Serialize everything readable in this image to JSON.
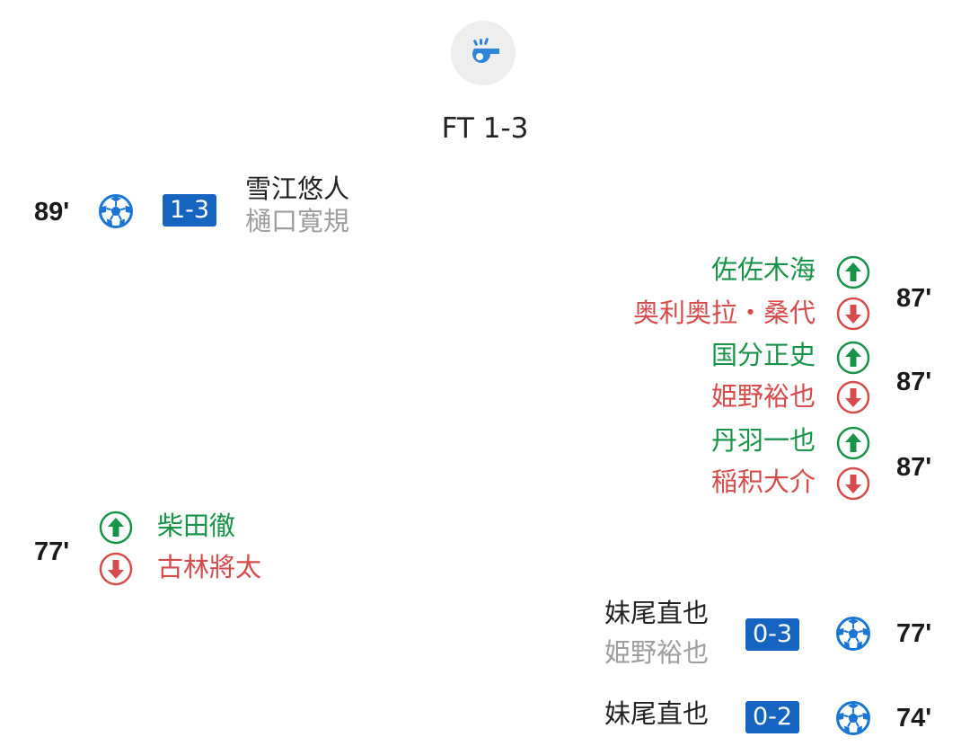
{
  "header": {
    "status_label": "FT 1-3",
    "icon": "whistle-icon"
  },
  "events": {
    "goal_89": {
      "minute": "89'",
      "score": "1-3",
      "scorer": "雪江悠人",
      "assist": "樋口寛規"
    },
    "sub_87_a": {
      "minute": "87'",
      "player_in": "佐佐木海",
      "player_out": "奥利奥拉・桑代"
    },
    "sub_87_b": {
      "minute": "87'",
      "player_in": "国分正史",
      "player_out": "姫野裕也"
    },
    "sub_87_c": {
      "minute": "87'",
      "player_in": "丹羽一也",
      "player_out": "稲积大介"
    },
    "sub_77": {
      "minute": "77'",
      "player_in": "柴田徹",
      "player_out": "古林將太"
    },
    "goal_77": {
      "minute": "77'",
      "score": "0-3",
      "scorer": "妹尾直也",
      "assist": "姫野裕也"
    },
    "goal_74": {
      "minute": "74'",
      "score": "0-2",
      "scorer": "妹尾直也"
    }
  },
  "colors": {
    "score_badge": "#1565c0",
    "sub_in": "#17944a",
    "sub_out": "#d64b4b",
    "ball": "#1976d2",
    "whistle": "#2f86d6"
  }
}
